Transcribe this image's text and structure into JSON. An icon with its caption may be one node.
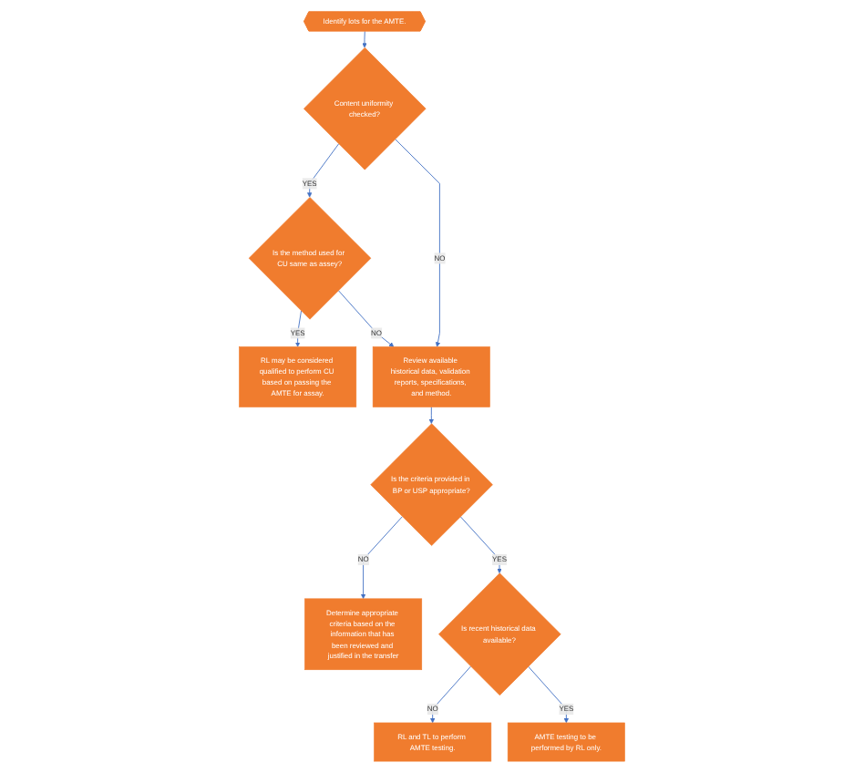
{
  "diagram": {
    "nodes": [
      {
        "text": [
          "Identify lots for the AMTE."
        ]
      },
      {
        "text": [
          "Content uniformity checked?"
        ]
      },
      {
        "text": [
          "Is the method used for CU same as assey?"
        ]
      },
      {
        "text": [
          "RL may be considered qualified to perform CU based on passing the AMTE for assay."
        ]
      },
      {
        "text": [
          "Review available historical data, validation reports, specifications, and method."
        ]
      },
      {
        "text": [
          "Is the criteria provided in BP or USP appropriate?"
        ]
      },
      {
        "text": [
          "Determine appropriate criteria based on the information that has been reviewed and justified in the transfer"
        ]
      },
      {
        "text": [
          "Is recent historical data available?"
        ]
      },
      {
        "text": [
          "RL and TL to perform AMTE testing."
        ]
      },
      {
        "text": [
          "AMTE testing to be performed by RL only."
        ]
      }
    ],
    "edges": [
      {
        "from": 0,
        "to": 1,
        "arrow": "to"
      },
      {
        "from": 1,
        "to": 2,
        "label": "YES",
        "arrow": "to"
      },
      {
        "from": 2,
        "to": 3,
        "label": "YES",
        "arrow": "to"
      },
      {
        "from": 1,
        "to": 4,
        "label": "NO",
        "arrow": "to"
      },
      {
        "from": 2,
        "to": 4,
        "label": "NO",
        "arrow": "to"
      },
      {
        "from": 4,
        "to": 5,
        "arrow": "to"
      },
      {
        "from": 5,
        "to": 6,
        "label": "NO",
        "arrow": "to"
      },
      {
        "from": 5,
        "to": 7,
        "label": "YES",
        "arrow": "to"
      },
      {
        "from": 7,
        "to": 8,
        "label": "NO",
        "arrow": "to"
      },
      {
        "from": 7,
        "to": 9,
        "label": "YES",
        "arrow": "to"
      }
    ]
  }
}
